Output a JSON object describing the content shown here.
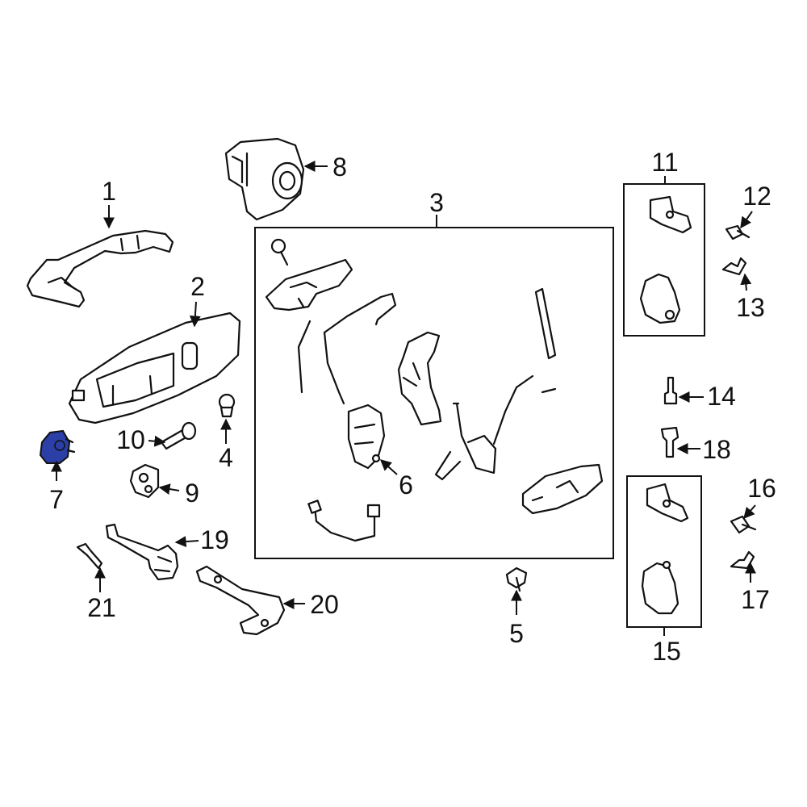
{
  "callouts": {
    "c1": "1",
    "c2": "2",
    "c3": "3",
    "c4": "4",
    "c5": "5",
    "c6": "6",
    "c7": "7",
    "c8": "8",
    "c9": "9",
    "c10": "10",
    "c11": "11",
    "c12": "12",
    "c13": "13",
    "c14": "14",
    "c15": "15",
    "c16": "16",
    "c17": "17",
    "c18": "18",
    "c19": "19",
    "c20": "20",
    "c21": "21"
  },
  "colors": {
    "highlight": "#2b3fa6",
    "line": "#111111",
    "background": "#ffffff"
  }
}
